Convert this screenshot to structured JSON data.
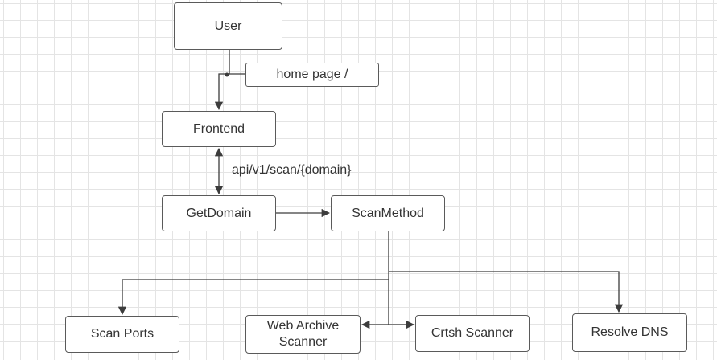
{
  "diagram": {
    "nodes": {
      "user": "User",
      "frontend": "Frontend",
      "getdomain": "GetDomain",
      "scanmethod": "ScanMethod",
      "scanports": "Scan Ports",
      "webarchive": "Web Archive\nScanner",
      "crtsh": "Crtsh Scanner",
      "resolvedns": "Resolve DNS"
    },
    "edge_labels": {
      "home": "home page /",
      "api": "api/v1/scan/{domain}"
    },
    "colors": {
      "line": "#3c3c3c",
      "border": "#5a5a5a",
      "text": "#333333",
      "grid": "#e4e4e4"
    }
  }
}
